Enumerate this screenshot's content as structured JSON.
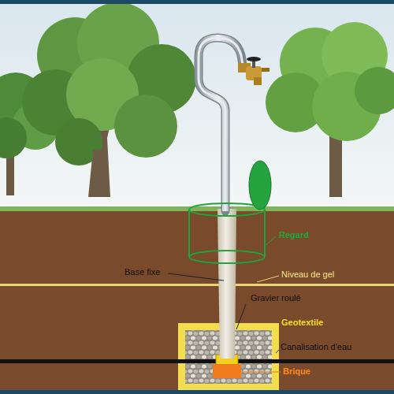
{
  "diagram": {
    "labels": [
      "Regard",
      "Base fixe",
      "Niveau de gel",
      "Gravier roulé",
      "Geotextile",
      "Canalisation d'eau",
      "Brique"
    ]
  }
}
